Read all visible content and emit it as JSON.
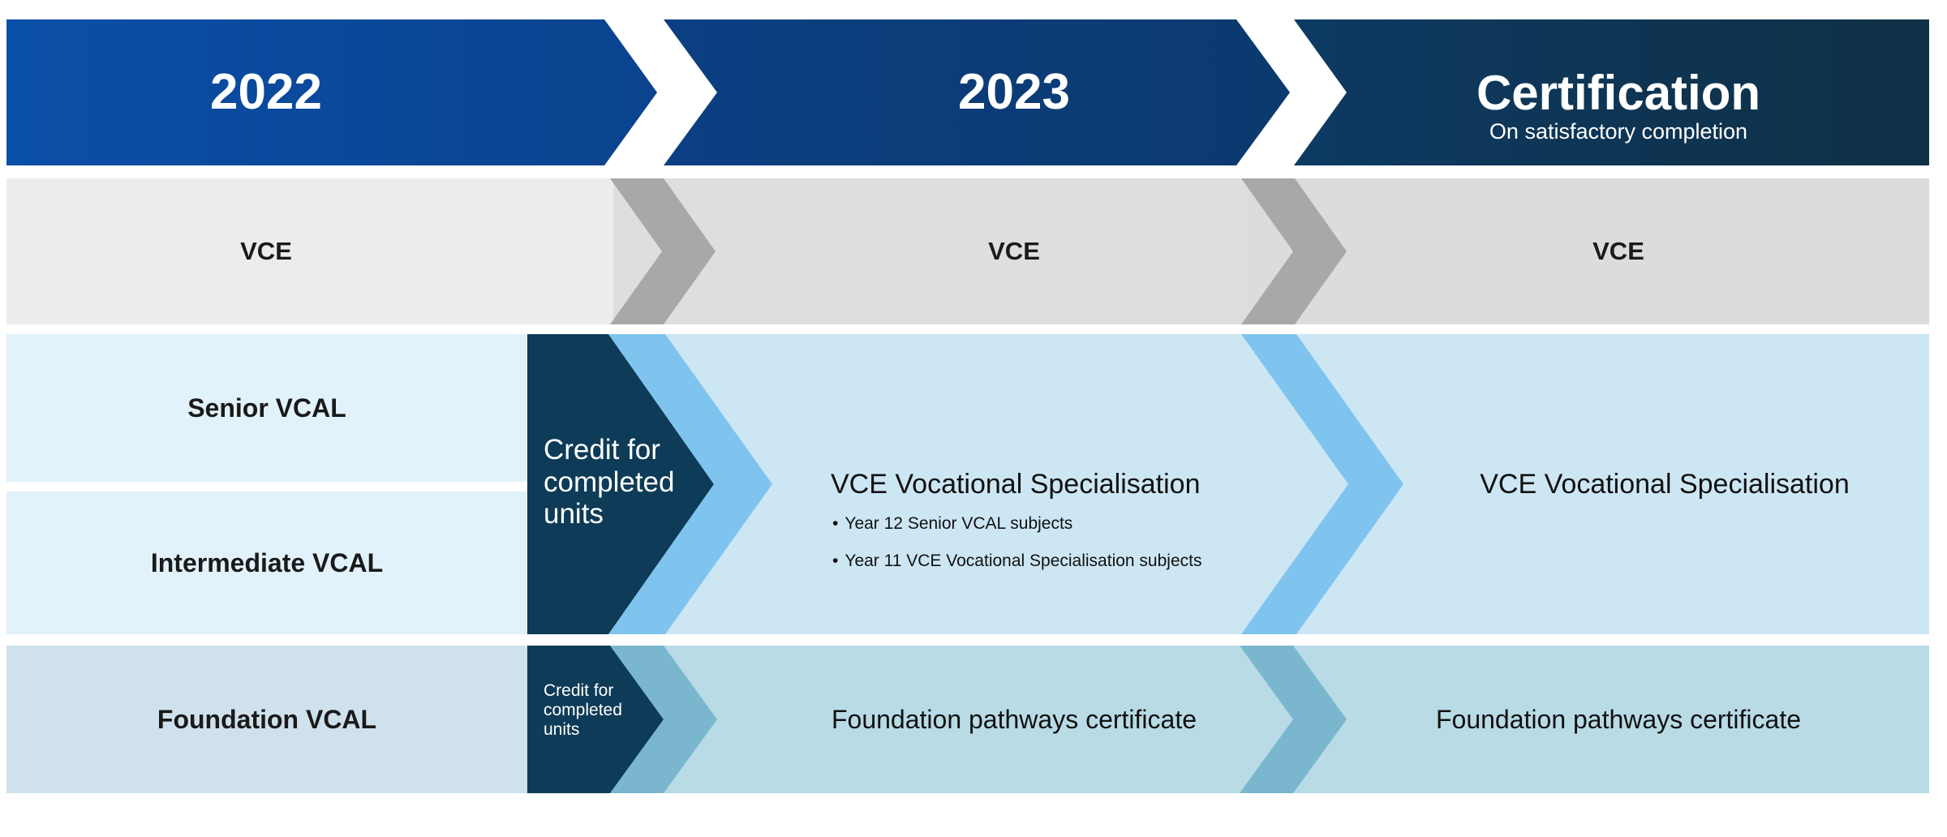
{
  "header": {
    "year1": "2022",
    "year2": "2023",
    "certification_title": "Certification",
    "certification_subtitle": "On satisfactory completion"
  },
  "vce_row": {
    "col1": "VCE",
    "col2": "VCE",
    "col3": "VCE"
  },
  "vcal_section": {
    "senior": "Senior VCAL",
    "intermediate": "Intermediate VCAL",
    "credit_label": "Credit for completed units",
    "middle_title": "VCE Vocational Specialisation",
    "middle_bullets": [
      "Year 12 Senior VCAL subjects",
      "Year 11 VCE Vocational Specialisation subjects"
    ],
    "right_title": "VCE Vocational Specialisation"
  },
  "foundation_row": {
    "left": "Foundation VCAL",
    "credit_label": "Credit for completed units",
    "middle": "Foundation pathways certificate",
    "right": "Foundation pathways certificate"
  },
  "colors": {
    "header_blue_light": "#0a4fa8",
    "header_blue_mid": "#0b3f82",
    "header_navy": "#0d3355",
    "header_dark_teal": "#0f3045",
    "vce_grey_light": "#ececec",
    "vce_grey": "#dcdcdc",
    "vce_chevron": "#a7a8aa",
    "vcal_pale": "#e2f2fa",
    "vcal_light": "#cde6f4",
    "chevron_sky": "#7fc4ee",
    "credit_navy": "#0e3b57",
    "foundation_left": "#cfe1ec",
    "foundation_mid": "#b8dbe6",
    "foundation_chevron": "#7ab7cf"
  }
}
